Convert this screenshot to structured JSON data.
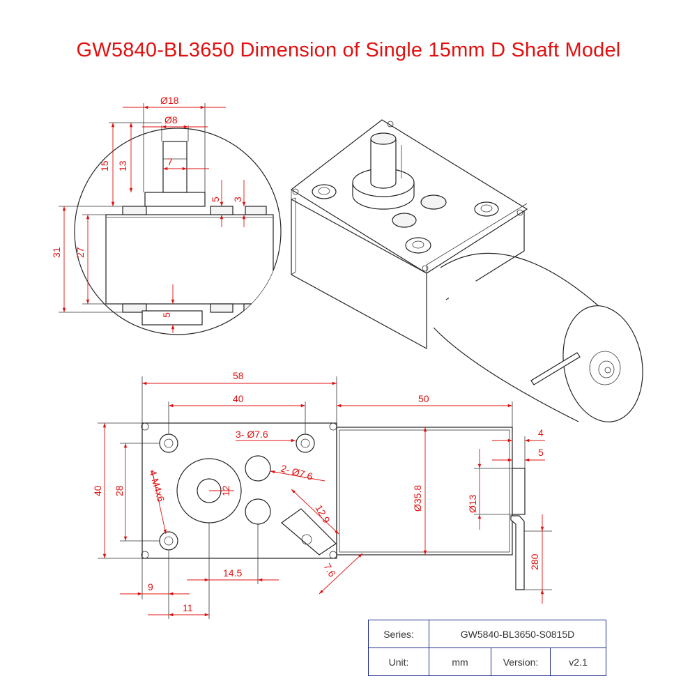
{
  "title": "GW5840-BL3650 Dimension of Single 15mm D Shaft Model",
  "detail_view": {
    "dims": {
      "d18": "Ø18",
      "d8": "Ø8",
      "d7": "7",
      "d15": "15",
      "d13": "13",
      "d5a": "5",
      "d3": "3",
      "d31": "31",
      "d27": "27",
      "d5b": "5"
    }
  },
  "front_view": {
    "dims": {
      "d58": "58",
      "d40w": "40",
      "d50": "50",
      "holes": "3- Ø7.6",
      "bosses": "2- Ø7.6",
      "m4": "4-M4x6",
      "d12": "12",
      "d12_9": "12.9",
      "d7_6": "7.6",
      "d14_5": "14.5",
      "d9": "9",
      "d11": "11",
      "d40h": "40",
      "d28": "28",
      "d35_8": "Ø35.8",
      "d13": "Ø13",
      "d4": "4",
      "d5": "5",
      "d280": "280"
    }
  },
  "title_block": {
    "series_label": "Series:",
    "series_value": "GW5840-BL3650-S0815D",
    "unit_label": "Unit:",
    "unit_value": "mm",
    "version_label": "Version:",
    "version_value": "v2.1"
  },
  "colors": {
    "title": "#e0100f",
    "dimension": "#e0100f",
    "outline": "#222222",
    "table_border": "#1a2a8a"
  }
}
